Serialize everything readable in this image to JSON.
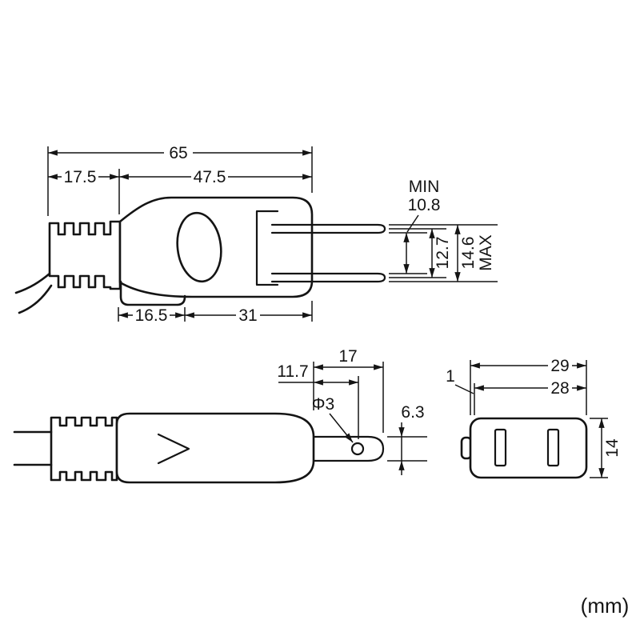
{
  "drawing": {
    "units_label": "(mm)",
    "side_view": {
      "overall_length": "65",
      "boot_length": "17.5",
      "body_length": "47.5",
      "pin_inner_min_label": "MIN",
      "pin_inner_min": "10.8",
      "pin_pitch": "12.7",
      "pin_outer_max": "14.6",
      "pin_outer_max_label": "MAX",
      "neck_length": "16.5",
      "body_bottom_length": "31"
    },
    "top_view": {
      "blade_length": "17",
      "hole_offset": "11.7",
      "hole_diameter": "Φ3",
      "blade_width": "6.3"
    },
    "front_view": {
      "body_width": "29",
      "inner_width": "28",
      "edge_offset": "1",
      "body_height": "14"
    }
  }
}
